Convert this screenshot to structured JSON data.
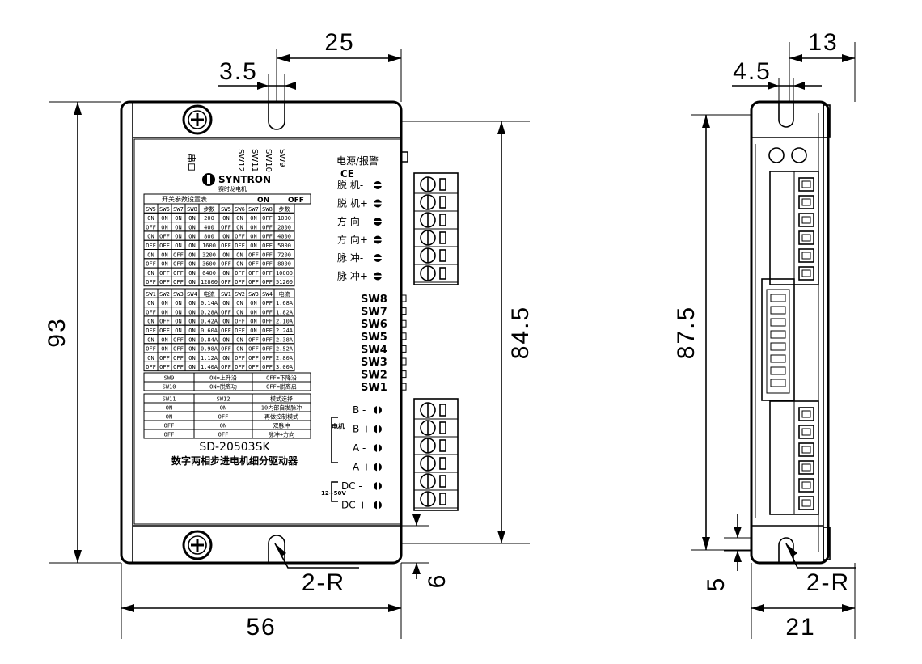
{
  "dimensions": {
    "front_height": "93",
    "front_width": "56",
    "front_inner_height": "84.5",
    "front_slot_spacing": "25",
    "front_slot_width": "3.5",
    "front_offset": "6",
    "front_radius": "2-R",
    "side_height": "87.5",
    "side_width": "21",
    "side_slot_offset": "13",
    "side_slot_width": "4.5",
    "side_offset": "5",
    "side_radius": "2-R"
  },
  "labels": {
    "serial_port": "串口",
    "sw12": "SW12",
    "sw11": "SW11",
    "sw10": "SW10",
    "sw9": "SW9",
    "brand": "SYNTRON",
    "brand_cn": "赛时龙电机",
    "power_alarm": "电源/报警",
    "ce": "CE",
    "model": "SD-20503SK",
    "product_name": "数字两相步进电机细分驱动器",
    "motor_label": "电机",
    "voltage": "12~50V"
  },
  "control_terminals": [
    "脱 机-",
    "脱 机+",
    "方 向-",
    "方 向+",
    "脉 冲-",
    "脉 冲+"
  ],
  "dip_switches": [
    "SW8",
    "SW7",
    "SW6",
    "SW5",
    "SW4",
    "SW3",
    "SW2",
    "SW1"
  ],
  "power_terminals": [
    "B -",
    "B +",
    "A -",
    "A +",
    "DC -",
    "DC +"
  ],
  "table1": {
    "title": "开关参数设置表",
    "on_label": "ON",
    "off_label": "OFF",
    "header": [
      "SW5",
      "SW6",
      "SW7",
      "SW8",
      "步数",
      "SW5",
      "SW6",
      "SW7",
      "SW8",
      "步数"
    ],
    "rows": [
      [
        "ON",
        "ON",
        "ON",
        "ON",
        "200",
        "ON",
        "ON",
        "ON",
        "OFF",
        "1000"
      ],
      [
        "OFF",
        "ON",
        "ON",
        "ON",
        "400",
        "OFF",
        "ON",
        "ON",
        "OFF",
        "2000"
      ],
      [
        "ON",
        "OFF",
        "ON",
        "ON",
        "800",
        "ON",
        "OFF",
        "ON",
        "OFF",
        "4000"
      ],
      [
        "OFF",
        "OFF",
        "ON",
        "ON",
        "1600",
        "OFF",
        "OFF",
        "ON",
        "OFF",
        "5000"
      ],
      [
        "ON",
        "ON",
        "OFF",
        "ON",
        "3200",
        "ON",
        "ON",
        "OFF",
        "OFF",
        "7200"
      ],
      [
        "OFF",
        "ON",
        "OFF",
        "ON",
        "3600",
        "OFF",
        "ON",
        "OFF",
        "OFF",
        "8000"
      ],
      [
        "ON",
        "OFF",
        "OFF",
        "ON",
        "6400",
        "ON",
        "OFF",
        "OFF",
        "OFF",
        "10000"
      ],
      [
        "OFF",
        "OFF",
        "OFF",
        "ON",
        "12800",
        "OFF",
        "OFF",
        "OFF",
        "OFF",
        "51200"
      ]
    ]
  },
  "table2": {
    "header": [
      "SW1",
      "SW2",
      "SW3",
      "SW4",
      "电流",
      "SW1",
      "SW2",
      "SW3",
      "SW4",
      "电流"
    ],
    "rows": [
      [
        "ON",
        "ON",
        "ON",
        "ON",
        "0.14A",
        "ON",
        "ON",
        "ON",
        "OFF",
        "1.68A"
      ],
      [
        "OFF",
        "ON",
        "ON",
        "ON",
        "0.28A",
        "OFF",
        "ON",
        "ON",
        "OFF",
        "1.82A"
      ],
      [
        "ON",
        "OFF",
        "ON",
        "ON",
        "0.42A",
        "ON",
        "OFF",
        "ON",
        "OFF",
        "2.10A"
      ],
      [
        "OFF",
        "OFF",
        "ON",
        "ON",
        "0.60A",
        "OFF",
        "OFF",
        "ON",
        "OFF",
        "2.24A"
      ],
      [
        "ON",
        "ON",
        "OFF",
        "ON",
        "0.84A",
        "ON",
        "ON",
        "OFF",
        "OFF",
        "2.38A"
      ],
      [
        "OFF",
        "ON",
        "OFF",
        "ON",
        "0.98A",
        "OFF",
        "ON",
        "OFF",
        "OFF",
        "2.52A"
      ],
      [
        "ON",
        "OFF",
        "OFF",
        "ON",
        "1.12A",
        "ON",
        "OFF",
        "OFF",
        "OFF",
        "2.80A"
      ],
      [
        "OFF",
        "OFF",
        "OFF",
        "ON",
        "1.40A",
        "OFF",
        "OFF",
        "OFF",
        "OFF",
        "3.00A"
      ]
    ]
  },
  "table3": {
    "rows": [
      [
        "SW9",
        "ON=上升沿",
        "OFF=下降沿"
      ],
      [
        "SW10",
        "ON=脱离功",
        "OFF=脱离启"
      ]
    ]
  },
  "table4": {
    "header": [
      "SW11",
      "SW12",
      "模式选择"
    ],
    "rows": [
      [
        "ON",
        "ON",
        "10内部自发脉冲"
      ],
      [
        "ON",
        "OFF",
        "再做控制模式"
      ],
      [
        "OFF",
        "ON",
        "双脉冲"
      ],
      [
        "OFF",
        "OFF",
        "脉冲+方向"
      ]
    ]
  }
}
